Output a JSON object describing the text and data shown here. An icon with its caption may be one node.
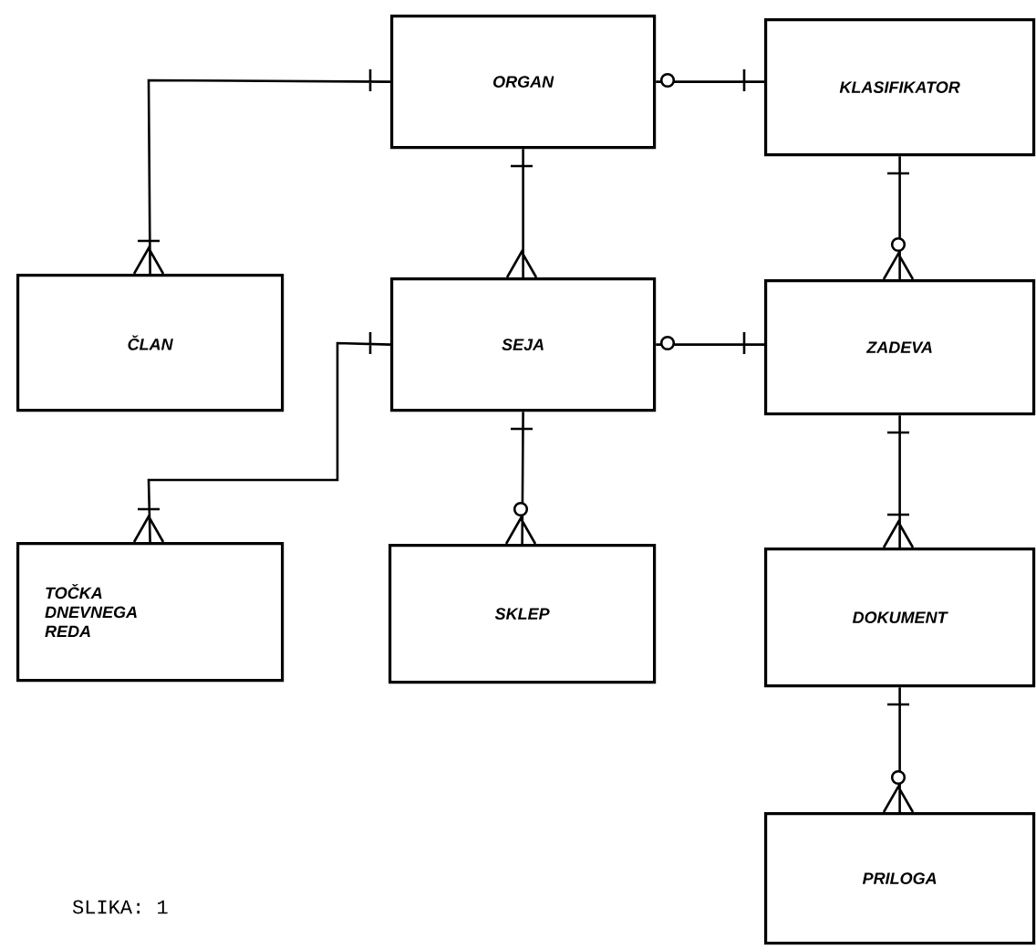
{
  "diagram": {
    "nodes": [
      {
        "text": [
          "ORGAN"
        ]
      },
      {
        "text": [
          "KLASIFIKATOR"
        ]
      },
      {
        "text": [
          "ČLAN"
        ]
      },
      {
        "text": [
          "SEJA"
        ]
      },
      {
        "text": [
          "ZADEVA"
        ]
      },
      {
        "text": [
          "TOČKA DNEVNEGA REDA"
        ]
      },
      {
        "text": [
          "SKLEP"
        ]
      },
      {
        "text": [
          "DOKUMENT"
        ]
      },
      {
        "text": [
          "PRILOGA"
        ]
      }
    ],
    "edges": [
      {
        "from": 0,
        "to": 2,
        "arrow": "other"
      },
      {
        "from": 0,
        "to": 1,
        "arrow": "other"
      },
      {
        "from": 0,
        "to": 3,
        "arrow": "other"
      },
      {
        "from": 1,
        "to": 4,
        "arrow": "other"
      },
      {
        "from": 3,
        "to": 4,
        "arrow": "other"
      },
      {
        "from": 3,
        "to": 5,
        "arrow": "other"
      },
      {
        "from": 3,
        "to": 6,
        "arrow": "other"
      },
      {
        "from": 4,
        "to": 7,
        "arrow": "other"
      },
      {
        "from": 7,
        "to": 8,
        "arrow": "other"
      }
    ],
    "labels": [
      "SLIKA: 1"
    ]
  }
}
